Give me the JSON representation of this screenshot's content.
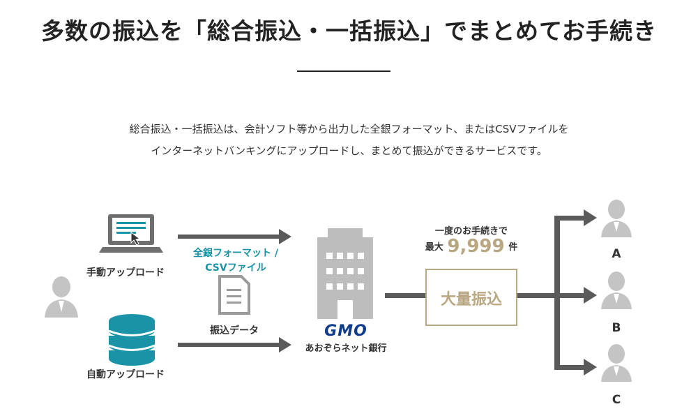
{
  "title": "多数の振込を「総合振込・一括振込」でまとめてお手続き",
  "description": {
    "line1": "総合振込・一括振込は、会計ソフト等から出力した全銀フォーマット、またはCSVファイルを",
    "line2": "インターネットバンキングにアップロードし、まとめて振込ができるサービスです。"
  },
  "diagram": {
    "manual_upload_label": "手動アップロード",
    "auto_upload_label": "自動アップロード",
    "format_label_line1": "全銀フォーマット /",
    "format_label_line2": "CSVファイル",
    "transfer_data_label": "振込データ",
    "bank_logo": "GMO",
    "bank_name": "あおぞらネット銀行",
    "once_label": "一度のお手続きで",
    "max_prefix": "最大",
    "max_value": "9,999",
    "max_unit": "件",
    "bulk_label": "大量振込",
    "recipients": [
      "A",
      "B",
      "C"
    ]
  },
  "colors": {
    "teal": "#1a93a6",
    "gray": "#8c8c8c",
    "dark_gray": "#5a5a5a",
    "gold": "#b9a782"
  }
}
